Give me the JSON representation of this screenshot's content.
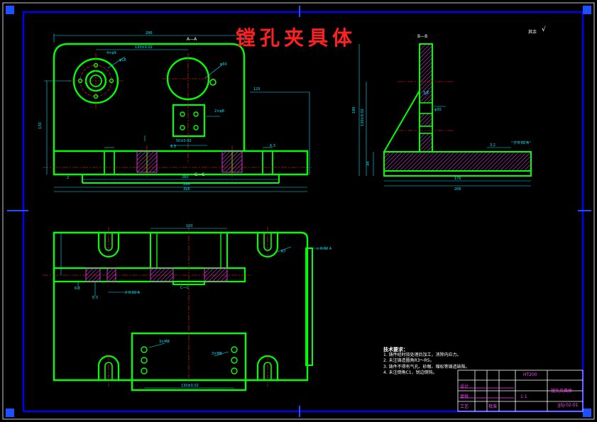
{
  "drawing": {
    "title": "镗孔夹具体",
    "surface_finish_note": "其余"
  },
  "view_labels": {
    "front_section": "A—A",
    "side_section": "B—B",
    "bottom_section": "C—C"
  },
  "tech_requirements": {
    "heading": "技术要求：",
    "items": [
      "1. 铸件经时效处理后加工，消除内应力。",
      "2. 未注铸造圆角R3～R5。",
      "3. 铸件不得有气孔、砂眼、缩松等铸造缺陷。",
      "4. 未注倒角C1，锐边倒钝。"
    ]
  },
  "title_block": {
    "part_name": "镗孔夹具体",
    "material": "HT200",
    "drawing_no": "JJSJ-02-01",
    "scale": "1:1",
    "roles": [
      "设计",
      "审核",
      "工艺",
      "批准"
    ]
  },
  "colors": {
    "border": "#0000ff",
    "outline": "#00ff00",
    "dimension": "#00e5ff",
    "centerline": "#ff2020",
    "hatch": "#ff40ff",
    "title": "#ff2020"
  }
}
